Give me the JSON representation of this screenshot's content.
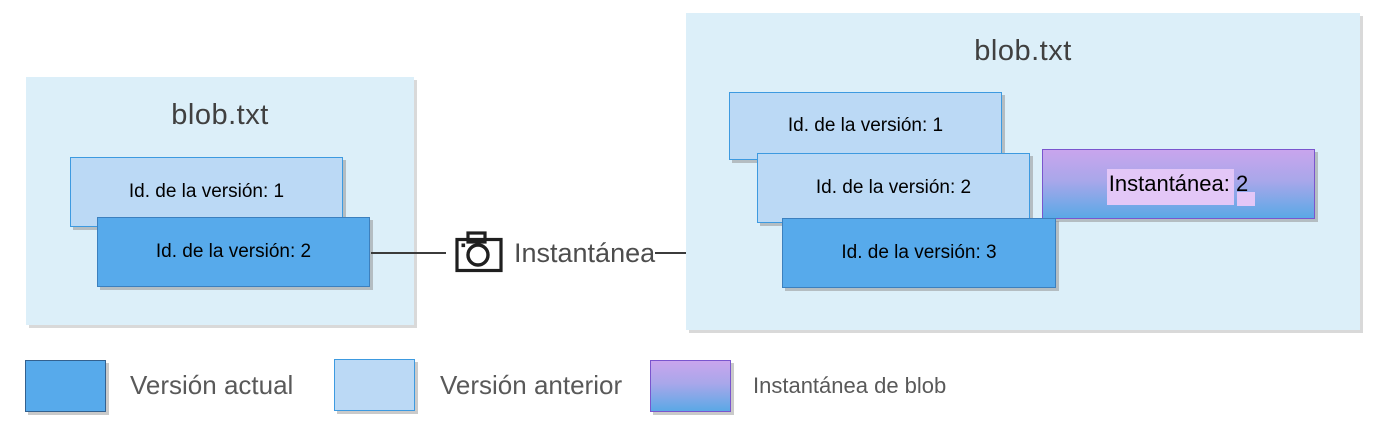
{
  "colors": {
    "container_fill": "#dceff9",
    "previous_version_fill": "#bbd9f5",
    "previous_version_border": "#3d9ae0",
    "current_version_fill": "#57aaeb",
    "current_version_border": "#3c80be",
    "snapshot_gradient_top": "#c9a5ed",
    "snapshot_gradient_bottom": "#5aa8e6",
    "snapshot_border": "#7a55ce",
    "snapshot_text_highlight": "#e3c7f7",
    "arrow": "#3b3b3b",
    "title_text": "#404040",
    "legend_text": "#595959",
    "box_text": "#000000"
  },
  "left_panel": {
    "title": "blob.txt",
    "boxes": [
      {
        "label": "Id. de la versión: 1",
        "type": "previous"
      },
      {
        "label": "Id. de la versión: 2",
        "type": "current"
      }
    ]
  },
  "connector": {
    "icon": "camera-icon",
    "label": "Instantánea"
  },
  "right_panel": {
    "title": "blob.txt",
    "boxes": [
      {
        "label": "Id. de la versión: 1",
        "type": "previous"
      },
      {
        "label": "Id. de la versión: 2",
        "type": "previous"
      },
      {
        "label": "Id. de la versión: 3",
        "type": "current"
      }
    ],
    "snapshot": {
      "label": "Instantánea: 2"
    }
  },
  "legend": {
    "items": [
      {
        "label": "Versión actual",
        "type": "current"
      },
      {
        "label": "Versión anterior",
        "type": "previous"
      },
      {
        "label": "Instantánea de blob",
        "type": "snapshot"
      }
    ]
  }
}
